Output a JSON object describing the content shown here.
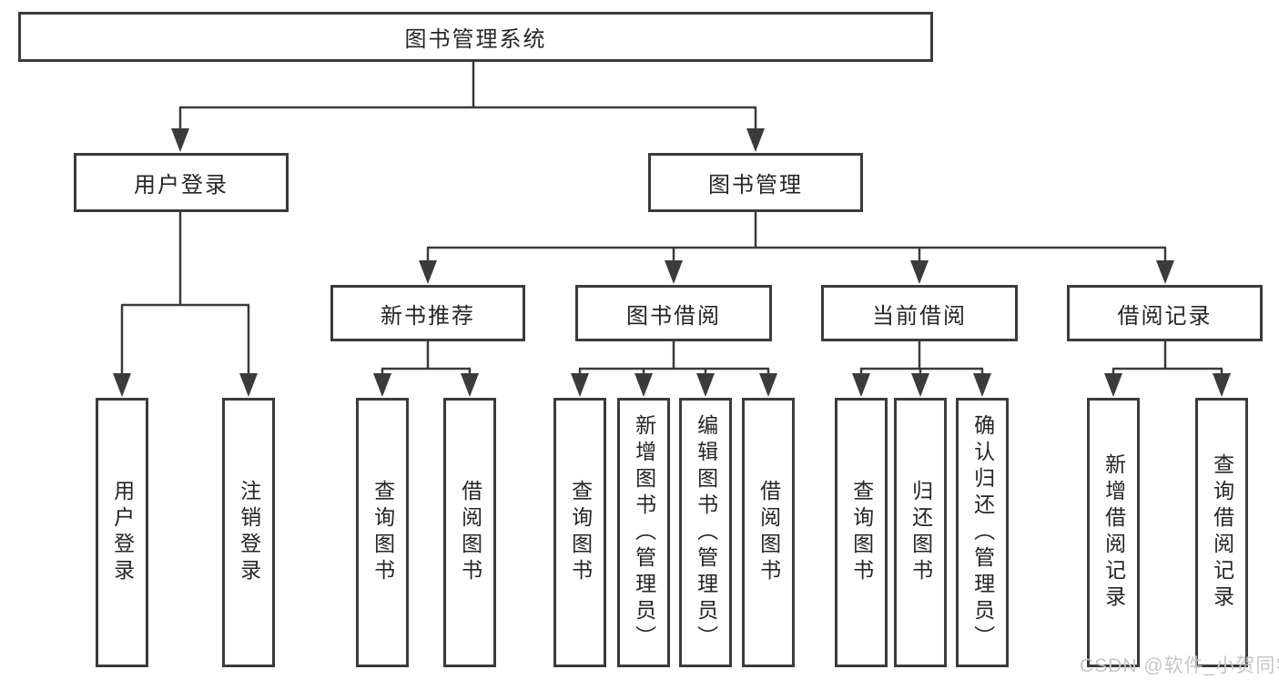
{
  "diagram": {
    "root": {
      "label": "图书管理系统"
    },
    "user_login": {
      "label": "用户登录",
      "children": [
        {
          "label": "用户登录"
        },
        {
          "label": "注销登录"
        }
      ]
    },
    "book_mgmt": {
      "label": "图书管理",
      "sections": [
        {
          "label": "新书推荐",
          "children": [
            {
              "label": "查询图书"
            },
            {
              "label": "借阅图书"
            }
          ]
        },
        {
          "label": "图书借阅",
          "children": [
            {
              "label": "查询图书"
            },
            {
              "label": "新增图书（管理员）"
            },
            {
              "label": "编辑图书（管理员）"
            },
            {
              "label": "借阅图书"
            }
          ]
        },
        {
          "label": "当前借阅",
          "children": [
            {
              "label": "查询图书"
            },
            {
              "label": "归还图书"
            },
            {
              "label": "确认归还（管理员）"
            }
          ]
        },
        {
          "label": "借阅记录",
          "children": [
            {
              "label": "新增借阅记录"
            },
            {
              "label": "查询借阅记录"
            }
          ]
        }
      ]
    },
    "watermark": "CSDN @软件_小贺同学",
    "colors": {
      "line": "#3b3b3b",
      "box_border": "#3b3b3b",
      "text": "#252525",
      "watermark": "#c6c6c6",
      "background": "#ffffff"
    }
  }
}
